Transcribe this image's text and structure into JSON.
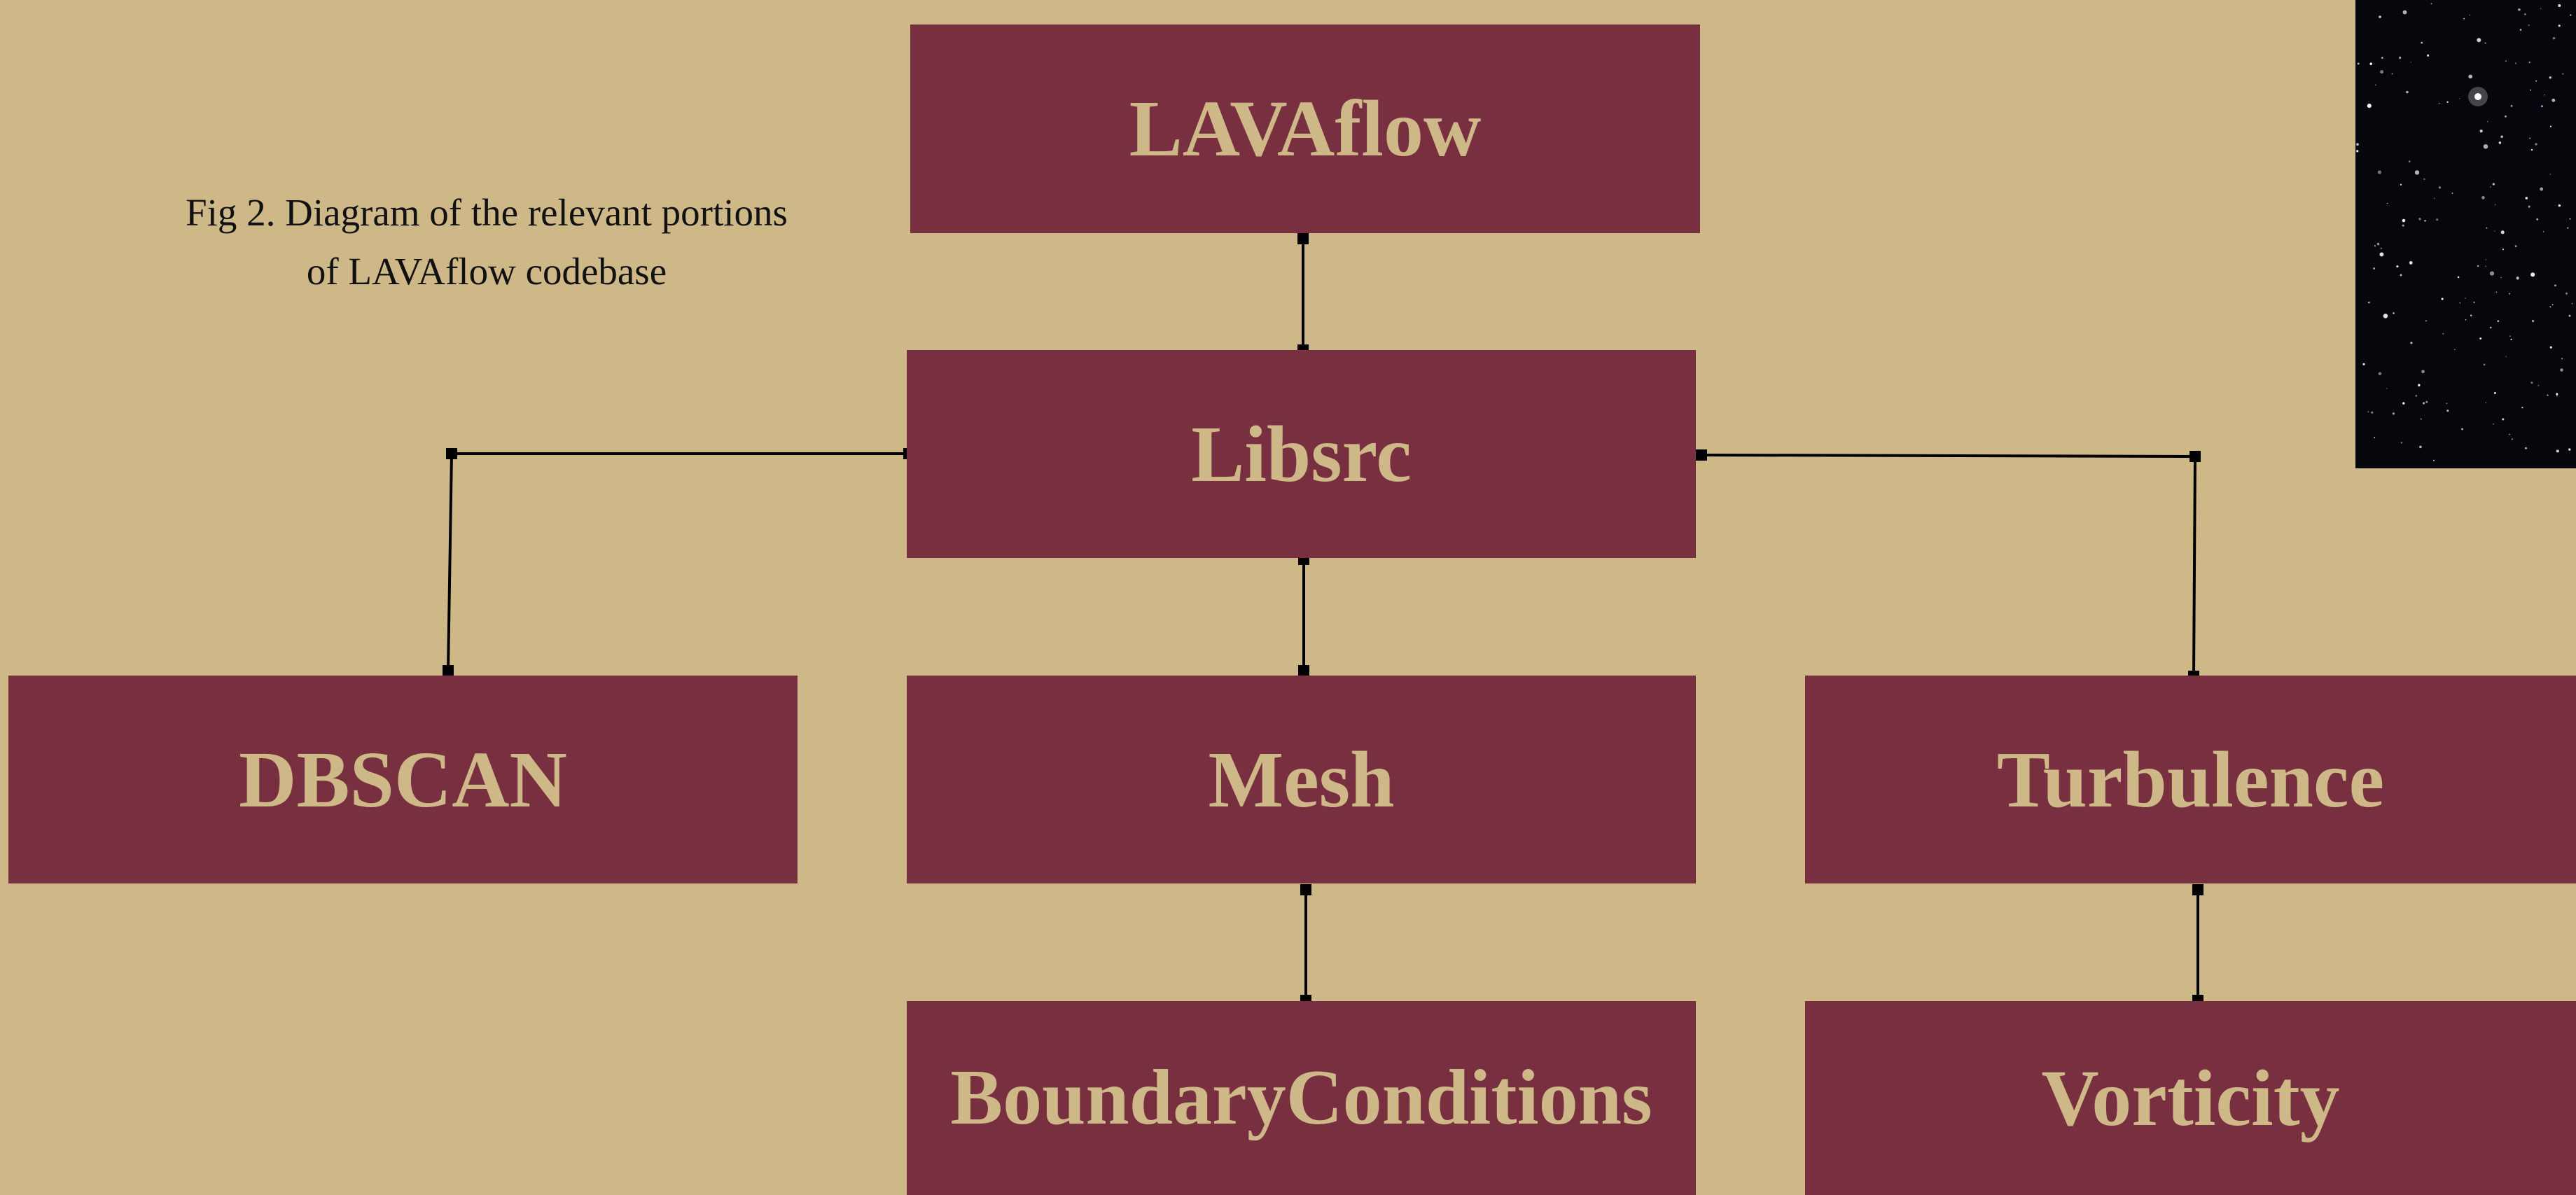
{
  "diagram": {
    "caption": {
      "line1": "Fig 2. Diagram of the relevant portions",
      "line2": "of LAVAflow codebase"
    },
    "nodes": {
      "lavaflow": "LAVAflow",
      "libsrc": "Libsrc",
      "dbscan": "DBSCAN",
      "mesh": "Mesh",
      "turbulence": "Turbulence",
      "boundary_conditions": "BoundaryConditions",
      "vorticity": "Vorticity"
    },
    "edges": [
      [
        "LAVAflow",
        "Libsrc"
      ],
      [
        "Libsrc",
        "DBSCAN"
      ],
      [
        "Libsrc",
        "Mesh"
      ],
      [
        "Libsrc",
        "Turbulence"
      ],
      [
        "Mesh",
        "BoundaryConditions"
      ],
      [
        "Turbulence",
        "Vorticity"
      ]
    ],
    "colors": {
      "background": "#ceb888",
      "box_fill": "#782f40",
      "box_text": "#ceb888",
      "connector": "#000000",
      "caption_text": "#111111"
    }
  }
}
